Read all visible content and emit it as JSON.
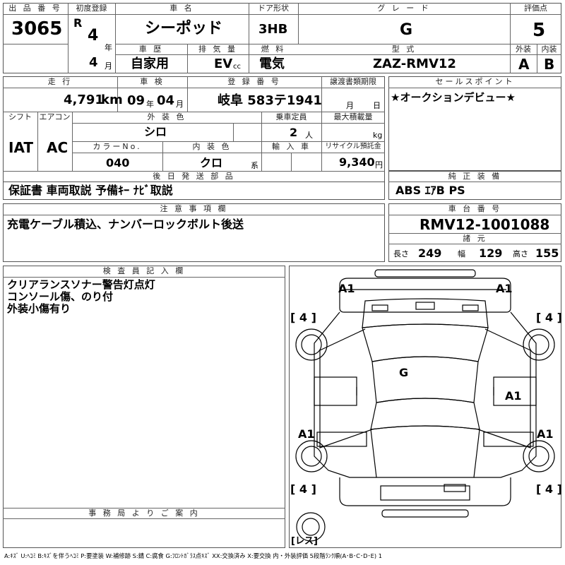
{
  "header": {
    "lot_label": "出 品 番 号",
    "lot_number": "3065",
    "first_reg_label": "初度登録",
    "era_mark": "R",
    "reg_year": "4",
    "year_unit": "年",
    "reg_month": "4",
    "month_unit": "月",
    "car_name_label": "車 名",
    "car_name": "シーポッド",
    "door_label": "ドア形状",
    "door": "3HB",
    "grade_label": "グ レ ー ド",
    "grade": "G",
    "score_label": "評価点",
    "score": "5",
    "history_label": "車 歴",
    "history": "自家用",
    "displacement_label": "排 気 量",
    "displacement": "EV",
    "cc_unit": "cc",
    "fuel_label": "燃 料",
    "fuel": "電気",
    "model_label": "型 式",
    "model": "ZAZ-RMV12",
    "ext_score_label": "外装",
    "int_score_label": "内装",
    "ext_score": "A",
    "int_score": "B"
  },
  "details": {
    "mileage_label": "走 行",
    "mileage": "4,791",
    "mileage_unit": "km",
    "inspection_label": "車 検",
    "insp_year": "09",
    "insp_month": "04",
    "year_unit": "年",
    "month_unit": "月",
    "plate_label": "登 録 番 号",
    "plate": "岐阜 583テ1941",
    "transfer_label": "譲渡書類期限",
    "transfer_month_unit": "月",
    "transfer_day_unit": "日",
    "shift_label": "シフト",
    "shift": "IAT",
    "ac_label": "エアコン",
    "ac": "AC",
    "ext_color_label": "外 装 色",
    "ext_color": "シロ",
    "capacity_label": "乗車定員",
    "capacity": "2",
    "capacity_unit": "人",
    "max_load_label": "最大積載量",
    "max_load_unit": "kg",
    "color_no_label": "カラーNo.",
    "color_no": "040",
    "int_color_label": "内 装 色",
    "int_color": "クロ",
    "int_color_unit": "系",
    "import_label": "輸 入 車",
    "recycle_label": "リサイクル預託金",
    "recycle": "9,340",
    "recycle_unit": "円"
  },
  "sales_point": {
    "label": "セールスポイント",
    "text": "★オークションデビュー★"
  },
  "later_parts": {
    "label": "後 日 発 送 部 品",
    "text": "保証書 車両取説 予備ｷｰ ﾅﾋﾞ取説"
  },
  "equipment": {
    "label": "純 正 装 備",
    "text": "ABS ｴｱB PS"
  },
  "notes": {
    "label": "注 意 事 項 欄",
    "text": "充電ケーブル積込、ナンバーロックボルト後送"
  },
  "chassis": {
    "label": "車 台 番 号",
    "number": "RMV12-1001088",
    "dims_label": "諸 元",
    "length_label": "長さ",
    "length": "249",
    "width_label": "幅",
    "width": "129",
    "height_label": "高さ",
    "height": "155"
  },
  "inspector": {
    "label": "検 査 員 記 入 欄",
    "lines": [
      "クリアランスソナー警告灯点灯",
      "コンソール傷、のり付",
      "外装小傷有り"
    ]
  },
  "office": {
    "label": "事 務 局 よ り ご 案 内"
  },
  "diagram": {
    "front_left": "A1",
    "front_right": "A1",
    "tire_fl": "[ 4 ]",
    "tire_fr": "[ 4 ]",
    "tire_rl": "[ 4 ]",
    "tire_rr": "[ 4 ]",
    "center": "G",
    "side_right": "A1",
    "rear_left": "A1",
    "rear_right": "A1",
    "spare": "[レス]"
  },
  "legend": "A:ｷｽﾞ U:ﾍｺﾐ B:ｷｽﾞを伴うﾍｺﾐ P:要塗装 W:補修跡 S:錆 C:腐食 G:ﾌﾛﾝﾄｶﾞﾗｽ点ｷｽﾞ XX:交換済み X:要交換 内・外装評価 5段階ﾗﾝｸ順(A･B･C･D･E) 1"
}
